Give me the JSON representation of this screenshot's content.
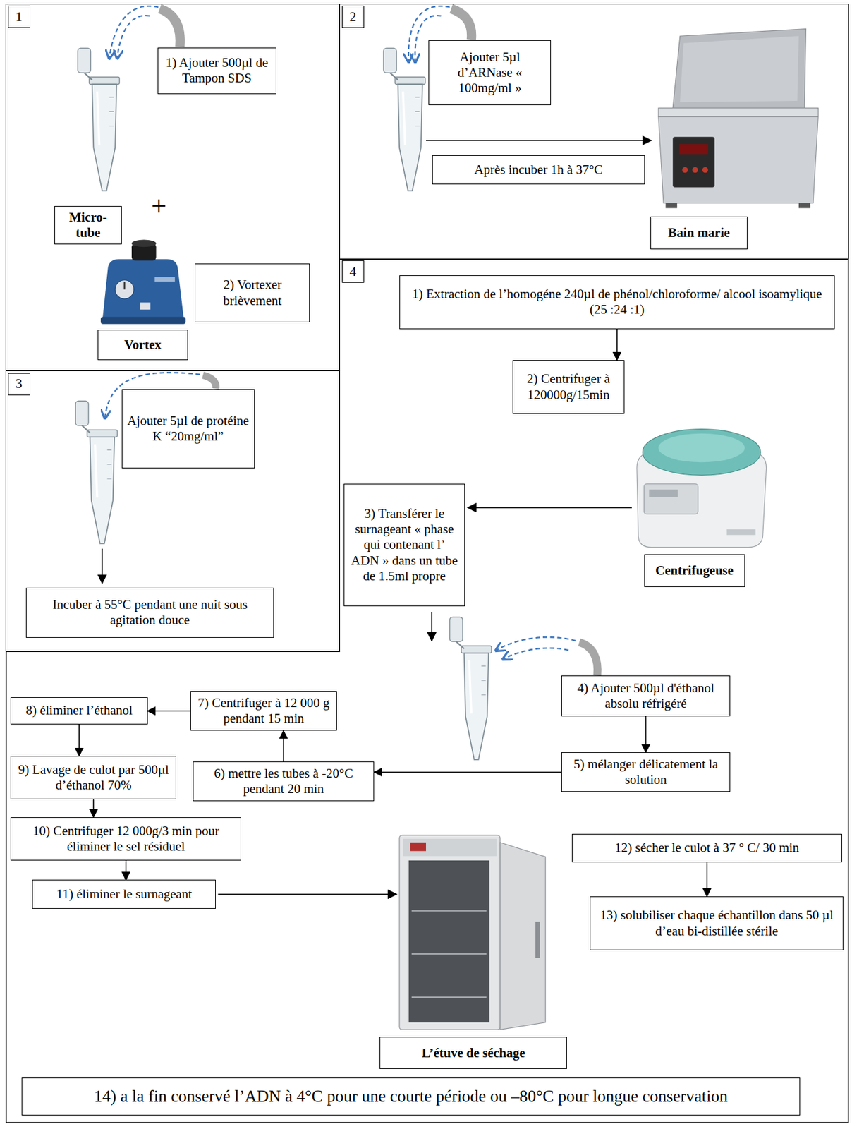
{
  "diagram": {
    "nodes": [
      {
        "text": [
          "1"
        ]
      },
      {
        "text": [
          "1) Ajouter 500µl de Tampon SDS"
        ],
        "in": 0
      },
      {
        "text": [
          "Micro-tube"
        ],
        "in": 0
      },
      {
        "text": [
          "2) Vortexer brièvement"
        ],
        "in": 0
      },
      {
        "text": [
          "Vortex"
        ],
        "in": 0
      },
      {
        "text": [
          "2"
        ]
      },
      {
        "text": [
          "Ajouter 5µl d’ARNase « 100mg/ml »"
        ],
        "in": 5
      },
      {
        "text": [
          "Après incuber 1h à 37°C"
        ],
        "in": 5
      },
      {
        "text": [
          "Bain marie"
        ],
        "in": 5
      },
      {
        "text": [
          "3"
        ]
      },
      {
        "text": [
          "Ajouter 5µl de protéine K “20mg/ml”"
        ],
        "in": 9
      },
      {
        "text": [
          "Incuber à 55°C pendant une nuit sous agitation douce"
        ],
        "in": 9
      },
      {
        "text": [
          "4"
        ]
      },
      {
        "text": [
          "1) Extraction de l’homogéne 240µl de phénol/chloroforme/ alcool isoamylique (25 :24 :1)"
        ],
        "in": 12
      },
      {
        "text": [
          "2) Centrifuger à 120000g/15min"
        ],
        "in": 12
      },
      {
        "text": [
          "Centrifugeuse"
        ],
        "in": 12
      },
      {
        "text": [
          "3) Transférer le surnageant « phase qui contenant l’ ADN » dans un tube de 1.5ml propre"
        ],
        "in": 12
      },
      {
        "text": [
          "4) Ajouter 500µl d'éthanol absolu réfrigéré"
        ],
        "in": 12
      },
      {
        "text": [
          "5) mélanger délicatement la solution"
        ],
        "in": 12
      },
      {
        "text": [
          "6) mettre les tubes à -20°C pendant 20 min"
        ],
        "in": 12
      },
      {
        "text": [
          "7) Centrifuger à 12 000 g pendant 15 min"
        ],
        "in": 12
      },
      {
        "text": [
          "8) éliminer l’éthanol"
        ],
        "in": 12
      },
      {
        "text": [
          "9) Lavage de culot par 500µl d’éthanol 70%"
        ],
        "in": 12
      },
      {
        "text": [
          "10) Centrifuger 12 000g/3 min pour éliminer le sel résiduel"
        ],
        "in": 12
      },
      {
        "text": [
          "11) éliminer le surnageant"
        ],
        "in": 12
      },
      {
        "text": [
          "L’étuve de séchage"
        ],
        "in": 12
      },
      {
        "text": [
          "12) sécher le culot à 37 ° C/ 30 min"
        ],
        "in": 12
      },
      {
        "text": [
          "13) solubiliser chaque échantillon dans 50 µl d’eau bi-distillée stérile"
        ],
        "in": 12
      },
      {
        "text": [
          "14) a la fin conservé l’ADN à 4°C pour une courte période ou –80°C pour longue conservation"
        ],
        "in": 12
      }
    ],
    "edges": [
      {
        "from": 13,
        "to": 14,
        "arrow": "to"
      },
      {
        "from": 17,
        "to": 18,
        "arrow": "to"
      },
      {
        "from": 18,
        "to": 19,
        "arrow": "to"
      },
      {
        "from": 19,
        "to": 20,
        "arrow": "to"
      },
      {
        "from": 20,
        "to": 21,
        "arrow": "to"
      },
      {
        "from": 21,
        "to": 22,
        "arrow": "to"
      },
      {
        "from": 22,
        "to": 23,
        "arrow": "to"
      },
      {
        "from": 23,
        "to": 24,
        "arrow": "to"
      },
      {
        "from": 26,
        "to": 27,
        "arrow": "to"
      }
    ],
    "labels": [
      "+"
    ]
  }
}
